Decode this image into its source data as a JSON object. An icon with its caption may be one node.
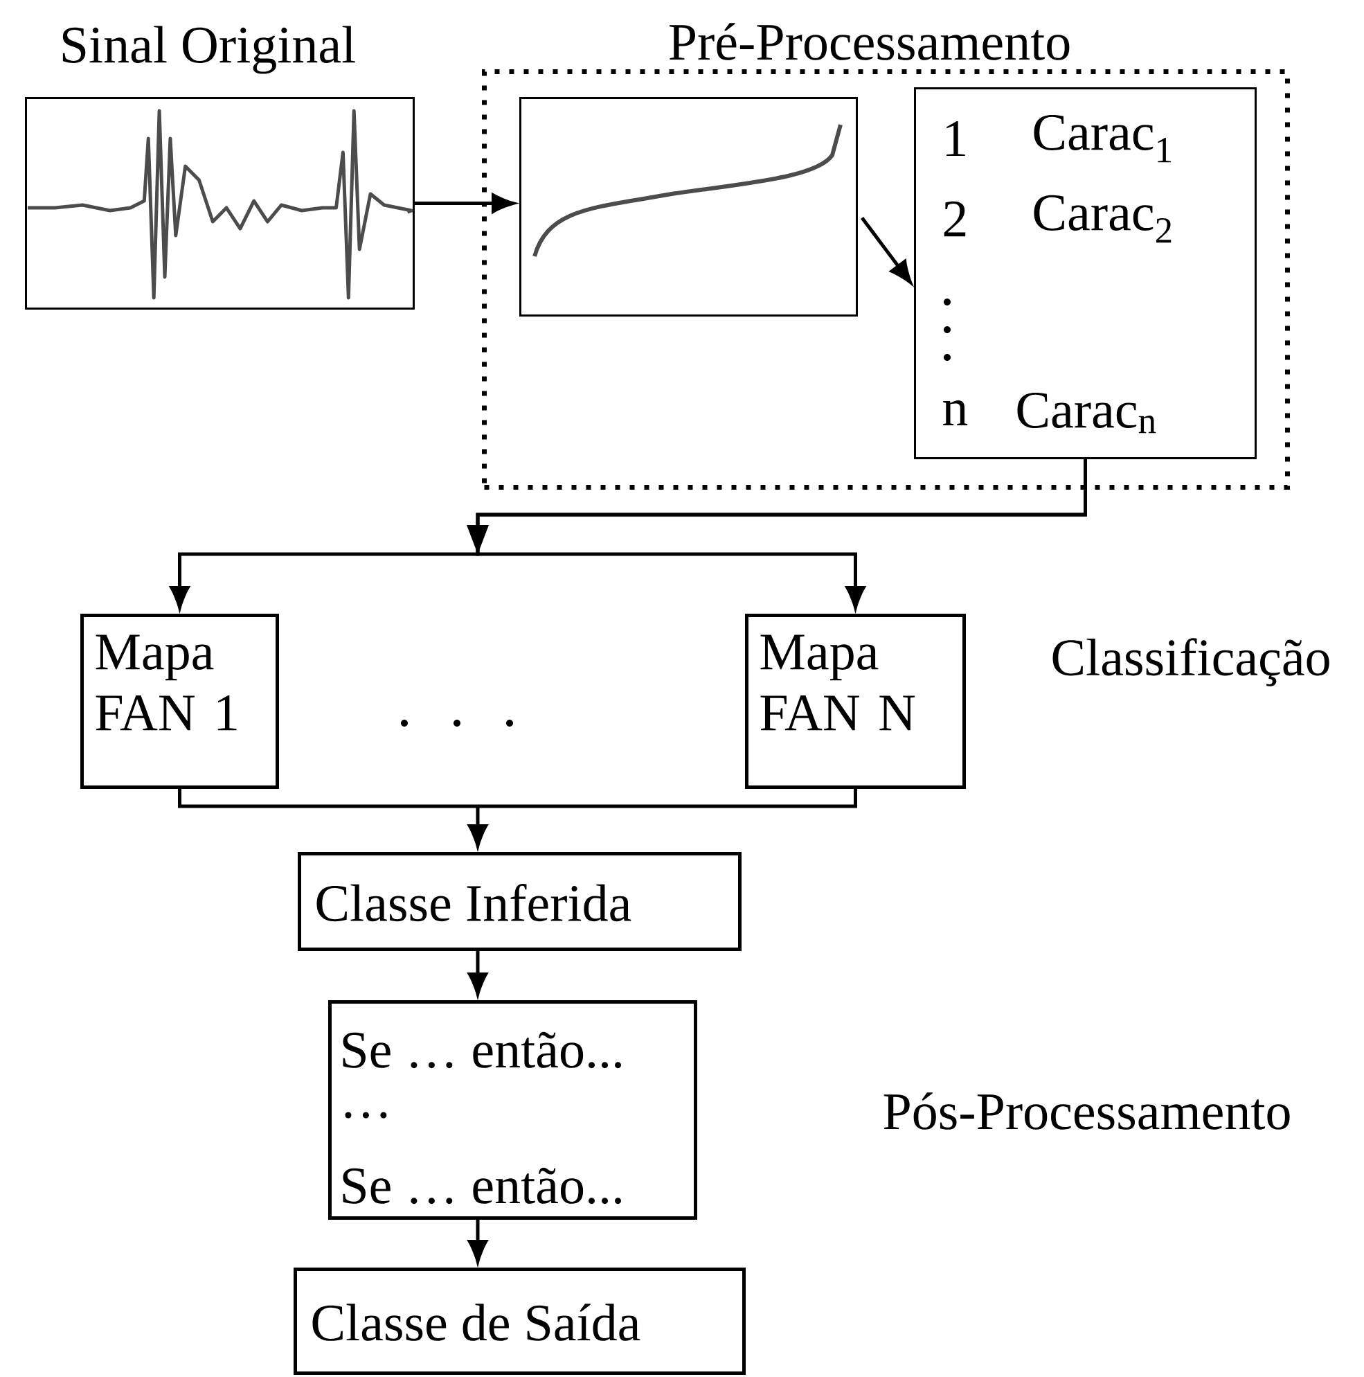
{
  "diagram": {
    "nodes": [
      {
        "text": [
          "Sinal Original"
        ]
      },
      {
        "text": [
          "Pré-Processamento"
        ]
      },
      {
        "text": [],
        "shape": "picture",
        "in": 1
      },
      {
        "text": [
          "1",
          "Carac$_{1}$",
          "2",
          "Carac$_{2}$",
          "n",
          "Carac$_{n}$"
        ],
        "in": 1
      },
      {
        "text": [
          "Mapa FAN 1"
        ]
      },
      {
        "text": [
          "Mapa FAN N"
        ]
      },
      {
        "text": [
          "Classe Inferida"
        ]
      },
      {
        "text": [
          "Se … então...",
          "…",
          "Se … então..."
        ]
      },
      {
        "text": [
          "Classe de Saída"
        ]
      }
    ],
    "edges": [
      {
        "from": 0,
        "to": 2,
        "arrow": "to"
      },
      {
        "from": 2,
        "to": 3,
        "arrow": "to"
      },
      {
        "from": 3,
        "to": 4,
        "arrow": "to"
      },
      {
        "from": 3,
        "to": 5,
        "arrow": "to"
      },
      {
        "from": 4,
        "to": 6,
        "arrow": "to"
      },
      {
        "from": 5,
        "to": 6,
        "arrow": "to"
      },
      {
        "from": 6,
        "to": 7,
        "arrow": "to"
      },
      {
        "from": 7,
        "to": 8,
        "arrow": "to"
      }
    ],
    "labels": [
      "Classificação",
      "Pós-Processamento"
    ]
  }
}
